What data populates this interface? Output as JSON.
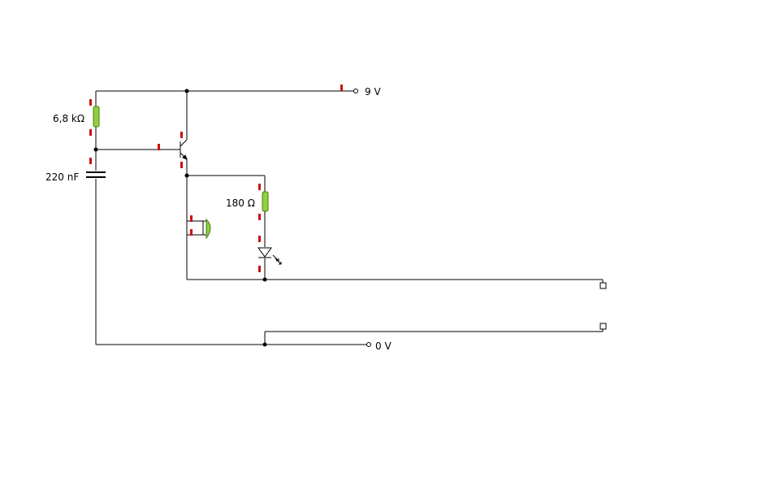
{
  "colors": {
    "wire": "#000000",
    "resistor_fill": "#8fd13f",
    "pin_marker": "#cc1111",
    "background": "#ffffff"
  },
  "labels": {
    "supply_positive": "9 V",
    "supply_ground": "0 V",
    "resistor_base": "6,8 kΩ",
    "capacitor": "220 nF",
    "resistor_led": "180 Ω"
  },
  "components": {
    "transistor": "npn-transistor-icon",
    "led": "led-icon",
    "speaker": "speaker-icon",
    "capacitor": "capacitor-icon"
  }
}
